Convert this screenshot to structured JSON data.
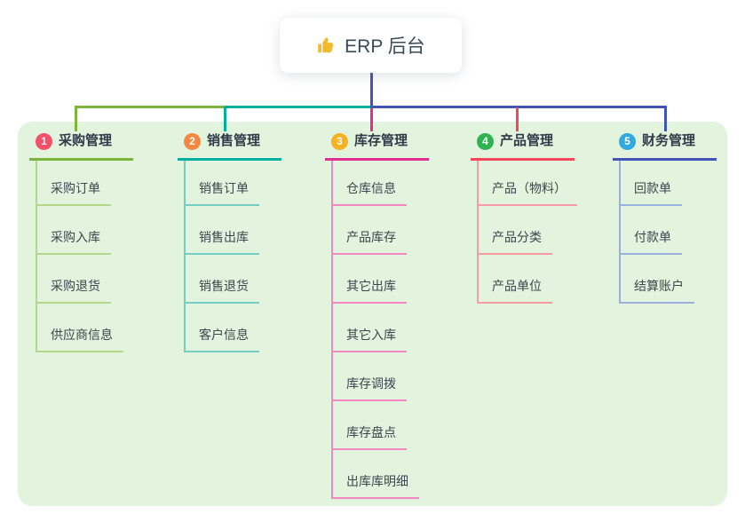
{
  "root": {
    "icon": "thumbs-up-icon",
    "icon_color": "#f2b92c",
    "title": "ERP 后台"
  },
  "panel_bg": "#e3f4de",
  "connector_color": "#4254b5",
  "branches": [
    {
      "num": "1",
      "title": "采购管理",
      "badge_color": "#f4506a",
      "line_color": "#7cb53e",
      "child_line_color": "#b2d88b",
      "children": [
        "采购订单",
        "采购入库",
        "采购退货",
        "供应商信息"
      ]
    },
    {
      "num": "2",
      "title": "销售管理",
      "badge_color": "#f6873f",
      "line_color": "#00af9e",
      "child_line_color": "#74cfc2",
      "children": [
        "销售订单",
        "销售出库",
        "销售退货",
        "客户信息"
      ]
    },
    {
      "num": "3",
      "title": "库存管理",
      "badge_color": "#f5b31f",
      "line_color": "#e02f8e",
      "child_line_color": "#f387c3",
      "children": [
        "仓库信息",
        "产品库存",
        "其它出库",
        "其它入库",
        "库存调拨",
        "库存盘点",
        "出库库明细"
      ]
    },
    {
      "num": "4",
      "title": "产品管理",
      "badge_color": "#2eb350",
      "line_color": "#f4475f",
      "child_line_color": "#f79aa4",
      "children": [
        "产品（物料）",
        "产品分类",
        "产品单位"
      ]
    },
    {
      "num": "5",
      "title": "财务管理",
      "badge_color": "#30a8e0",
      "line_color": "#4254b5",
      "child_line_color": "#9cb0e0",
      "children": [
        "回款单",
        "付款单",
        "结算账户"
      ]
    }
  ]
}
